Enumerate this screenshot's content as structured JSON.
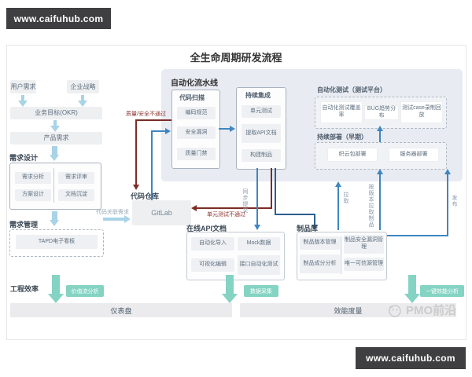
{
  "watermarks": {
    "top_left": "www.caifuhub.com",
    "bottom_right": "www.caifuhub.com",
    "brand": "PMO前沿"
  },
  "title": "全生命周期研发流程",
  "left_flow": {
    "user_needs": "用户需求",
    "enterprise_strategy": "企业战略",
    "okr": "业务目标(OKR)",
    "product_requirements": "产品需求"
  },
  "design": {
    "label": "需求设计",
    "items": [
      "需求分析",
      "需求评审",
      "方案设计",
      "文档沉淀"
    ]
  },
  "management": {
    "label": "需求管理",
    "kanban": "TAPD电子看板"
  },
  "repo": {
    "label": "代码仓库",
    "name": "GitLab",
    "link_label": "代码关联需求"
  },
  "pipeline": {
    "title": "自动化流水线",
    "code_scan": {
      "title": "代码扫描",
      "items": [
        "编码规范",
        "安全漏洞",
        "质量门禁"
      ]
    },
    "ci": {
      "title": "持续集成",
      "items": [
        "单元测试",
        "提取API文档",
        "构建制品"
      ]
    },
    "test": {
      "title": "自动化测试（测试平台）",
      "items": [
        "自动化测试覆盖率",
        "BUG趋势分布",
        "测试case录制回放"
      ]
    },
    "deploy": {
      "title": "持续部署（早期）",
      "items": [
        "织云包部署",
        "服务器部署"
      ]
    }
  },
  "api_docs": {
    "title": "在线API文档",
    "items": [
      "自动化导入",
      "Mock数据",
      "可视化编辑",
      "接口自动化测试"
    ]
  },
  "artifacts": {
    "title": "制品库",
    "items": [
      "制品版本管理",
      "制品安全漏洞管理",
      "制品成分分析",
      "唯一可信源管理"
    ]
  },
  "flow_labels": {
    "scan_fail": "质量/安全不通过",
    "unit_fail": "单元测试不通过",
    "sync_commit": "同步提交",
    "pull": "拉取",
    "pull_by_version": "按版本拉取制品",
    "release": "发布"
  },
  "bottom": {
    "label": "工程效率",
    "badges": [
      "价值流分析",
      "数据采集",
      "一键效能分析"
    ],
    "bars": [
      "仪表盘",
      "效能度量"
    ]
  },
  "colors": {
    "accent_blue": "#3f86c0",
    "fail_maroon": "#7b2d26",
    "teal": "#84d3c3",
    "light_arrow": "#a9d3e6",
    "panel_bg": "#e8ebf1",
    "banner_bg": "#3f3f41"
  }
}
